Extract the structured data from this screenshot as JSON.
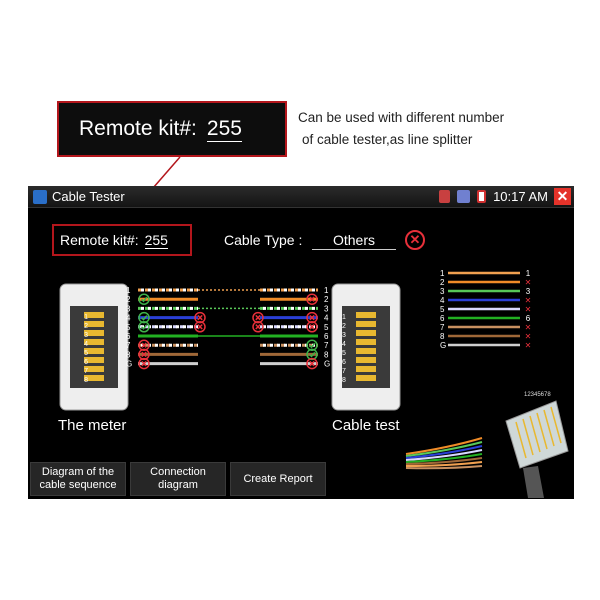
{
  "callout": {
    "label": "Remote kit#:",
    "value": "255",
    "note_line1": "Can be used with different number",
    "note_line2": "of cable tester,as line splitter"
  },
  "app": {
    "title": "Cable Tester",
    "time": "10:17 AM",
    "status_icons": [
      "battery-icon",
      "network-icon",
      "phone-icon"
    ]
  },
  "remote_kit": {
    "label": "Remote kit#:",
    "value": "255"
  },
  "cable_type": {
    "label": "Cable Type :",
    "value": "Others"
  },
  "meter_label": "The meter",
  "tester_label": "Cable test",
  "pins": [
    "1",
    "2",
    "3",
    "4",
    "5",
    "6",
    "7",
    "8",
    "G"
  ],
  "left_status": [
    "none",
    "ok",
    "none",
    "ok",
    "ok",
    "none",
    "err",
    "err",
    "err"
  ],
  "right_status": [
    "none",
    "err",
    "none",
    "err",
    "err",
    "none",
    "ok",
    "ok",
    "err"
  ],
  "mid_left_status": [
    "none",
    "none",
    "none",
    "err",
    "err",
    "none",
    "none",
    "none",
    "none"
  ],
  "mid_right_status": [
    "none",
    "none",
    "none",
    "err",
    "err",
    "none",
    "none",
    "none",
    "none"
  ],
  "wire_colors": [
    "#f0a050",
    "#f08c28",
    "#58c858",
    "#2a3fd8",
    "#d8d8ff",
    "#22b022",
    "#c89060",
    "#a06838",
    "#cfcfcf"
  ],
  "wire_stripe": [
    true,
    false,
    true,
    false,
    true,
    false,
    true,
    false,
    false
  ],
  "sequence_left_pins": [
    "1",
    "2",
    "3",
    "4",
    "5",
    "6",
    "7",
    "8",
    "G"
  ],
  "sequence_right_pins": [
    "1",
    "2",
    "3",
    "4",
    "5",
    "6",
    "7",
    "8",
    "G"
  ],
  "sequence_right_status": [
    "num",
    "err",
    "num",
    "err",
    "err",
    "num",
    "err",
    "err",
    "err"
  ],
  "connector_label": "12345678",
  "buttons": {
    "diagram_line1": "Diagram of the",
    "diagram_line2": "cable sequence",
    "connection_line1": "Connection",
    "connection_line2": "diagram",
    "report": "Create Report"
  },
  "colors": {
    "accent_red": "#b3161c",
    "ok_green": "#3fb34a",
    "err_red": "#e8303a"
  }
}
